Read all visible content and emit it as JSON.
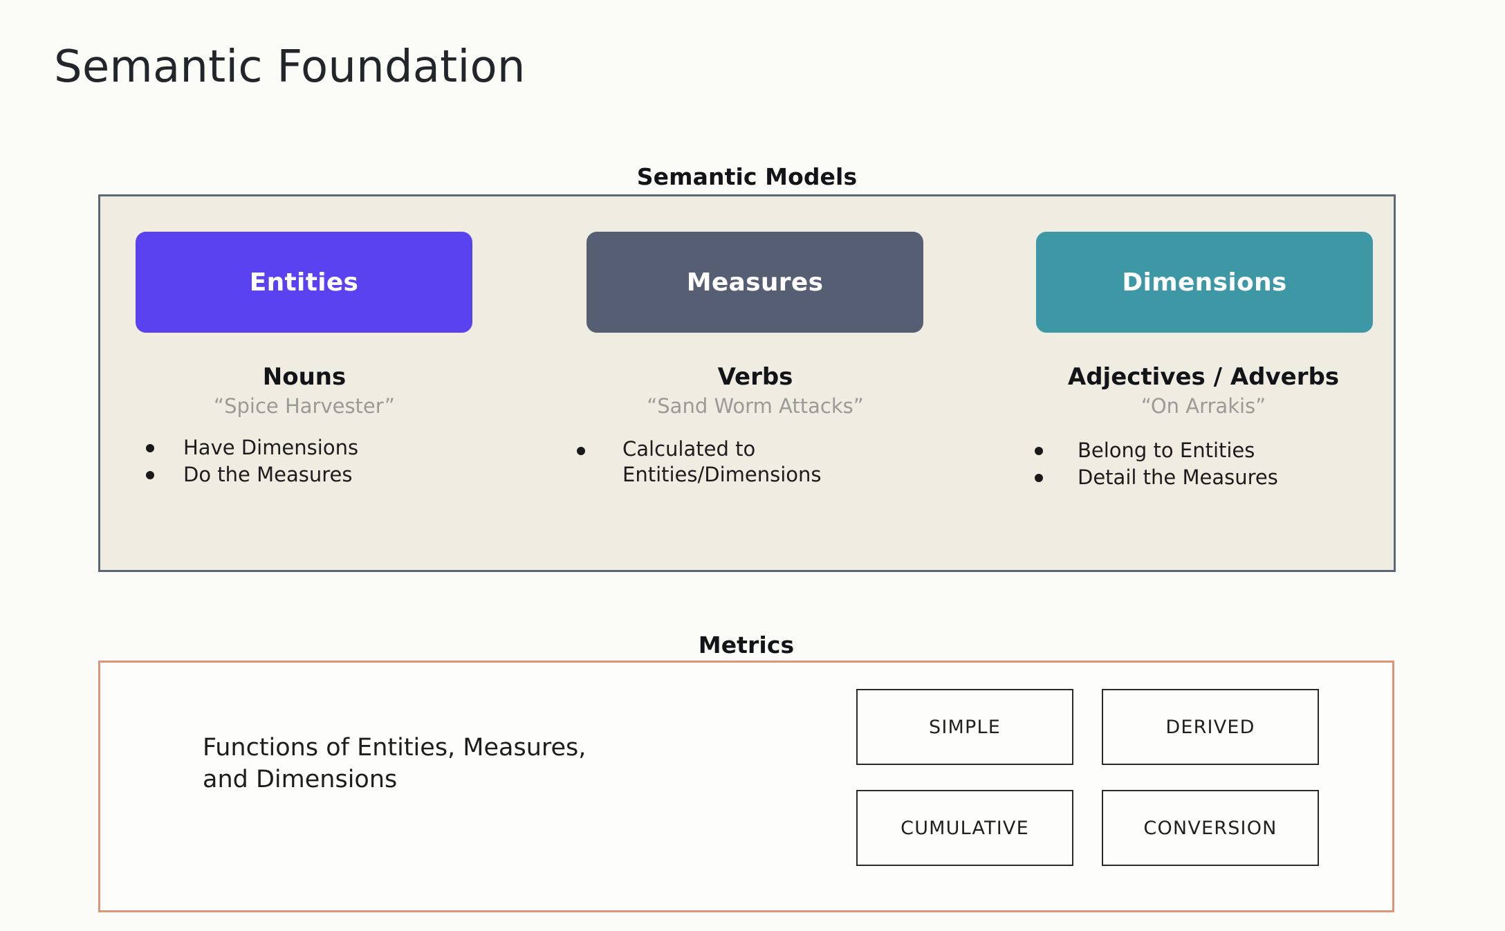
{
  "slide": {
    "title": "Semantic Foundation",
    "background_color": "#fbfbf8"
  },
  "semantic_models": {
    "caption": "Semantic Models",
    "panel_background": "#efece1",
    "panel_border_color": "#5e6675",
    "columns": [
      {
        "card_label": "Entities",
        "card_color": "#5b42f0",
        "heading": "Nouns",
        "example": "“Spice Harvester”",
        "bullets": [
          "Have Dimensions",
          "Do the Measures"
        ]
      },
      {
        "card_label": "Measures",
        "card_color": "#555e72",
        "heading": "Verbs",
        "example": "“Sand Worm Attacks”",
        "bullets": [
          "Calculated to\nEntities/Dimensions"
        ]
      },
      {
        "card_label": "Dimensions",
        "card_color": "#3d97a4",
        "heading": "Adjectives / Adverbs",
        "example": "“On Arrakis”",
        "bullets": [
          "Belong to Entities",
          "Detail the Measures"
        ]
      }
    ]
  },
  "metrics": {
    "caption": "Metrics",
    "panel_border_color": "#e09477",
    "description": "Functions of Entities, Measures,\nand Dimensions",
    "boxes": [
      {
        "label": "SIMPLE"
      },
      {
        "label": "DERIVED"
      },
      {
        "label": "CUMULATIVE"
      },
      {
        "label": "CONVERSION"
      }
    ]
  }
}
